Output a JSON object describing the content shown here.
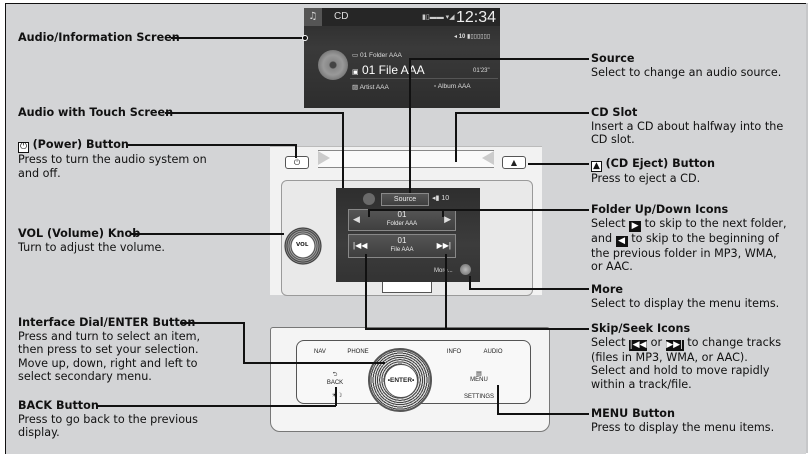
{
  "screen": {
    "source_tab_icon": "music-note-icon",
    "source": "CD",
    "status_icons": "bluetooth-phone-battery-signal-icons",
    "clock": "12:34",
    "volume": "10",
    "folder": "01  Folder AAA",
    "file": "01 File AAA",
    "elapsed": "01'23\"",
    "artist": "Artist AAA",
    "album": "Album AAA"
  },
  "touch_screen": {
    "source_button": "Source",
    "volume": "10",
    "folder_number": "01",
    "folder_name": "Folder AAA",
    "file_number": "01",
    "file_name": "File AAA",
    "more_button": "More..."
  },
  "unit": {
    "vol_knob": "VOL",
    "eject_symbol": "▲",
    "power_symbol": "⏻"
  },
  "controls": {
    "nav": "NAV",
    "phone": "PHONE",
    "info": "INFO",
    "audio": "AUDIO",
    "back": "BACK",
    "menu": "MENU",
    "settings": "SETTINGS",
    "day_night": "☀☽",
    "enter": "•ENTER•"
  },
  "callouts_left": [
    {
      "title": "Audio/Information Screen"
    },
    {
      "title": "Audio with Touch Screen"
    },
    {
      "icon": "⏻",
      "title": "(Power) Button",
      "desc": [
        "Press to turn the audio system on",
        "and off."
      ]
    },
    {
      "title": "VOL (Volume) Knob",
      "desc": [
        "Turn to adjust the volume."
      ]
    },
    {
      "title": "Interface Dial/ENTER Button",
      "desc": [
        "Press and turn to select an item,",
        "then press to set your selection.",
        "Move up, down, right and left to",
        "select secondary menu."
      ]
    },
    {
      "title": "BACK Button",
      "desc": [
        "Press to go back to the previous",
        "display."
      ]
    }
  ],
  "callouts_right": [
    {
      "title": "Source",
      "desc": [
        "Select to change an audio source."
      ]
    },
    {
      "title": "CD Slot",
      "desc": [
        "Insert a CD about halfway into the",
        "CD slot."
      ]
    },
    {
      "icon": "▲",
      "title": "(CD Eject) Button",
      "desc": [
        "Press to eject a CD."
      ]
    },
    {
      "title": "Folder Up/Down Icons",
      "desc_parts": [
        "Select",
        "▶",
        "to skip to the next folder,",
        "and",
        "◀",
        "to skip to the beginning of",
        "the previous folder in MP3, WMA,",
        "or AAC."
      ]
    },
    {
      "title": "More",
      "desc": [
        "Select to display the menu items."
      ]
    },
    {
      "title": "Skip/Seek Icons",
      "desc_parts": [
        "Select",
        "|◀◀",
        "or",
        "▶▶|",
        "to change tracks",
        "(files in MP3, WMA, or AAC).",
        "Select and hold to move rapidly",
        "within a track/file."
      ]
    },
    {
      "title": "MENU Button",
      "desc": [
        "Press to display the menu items."
      ]
    }
  ]
}
